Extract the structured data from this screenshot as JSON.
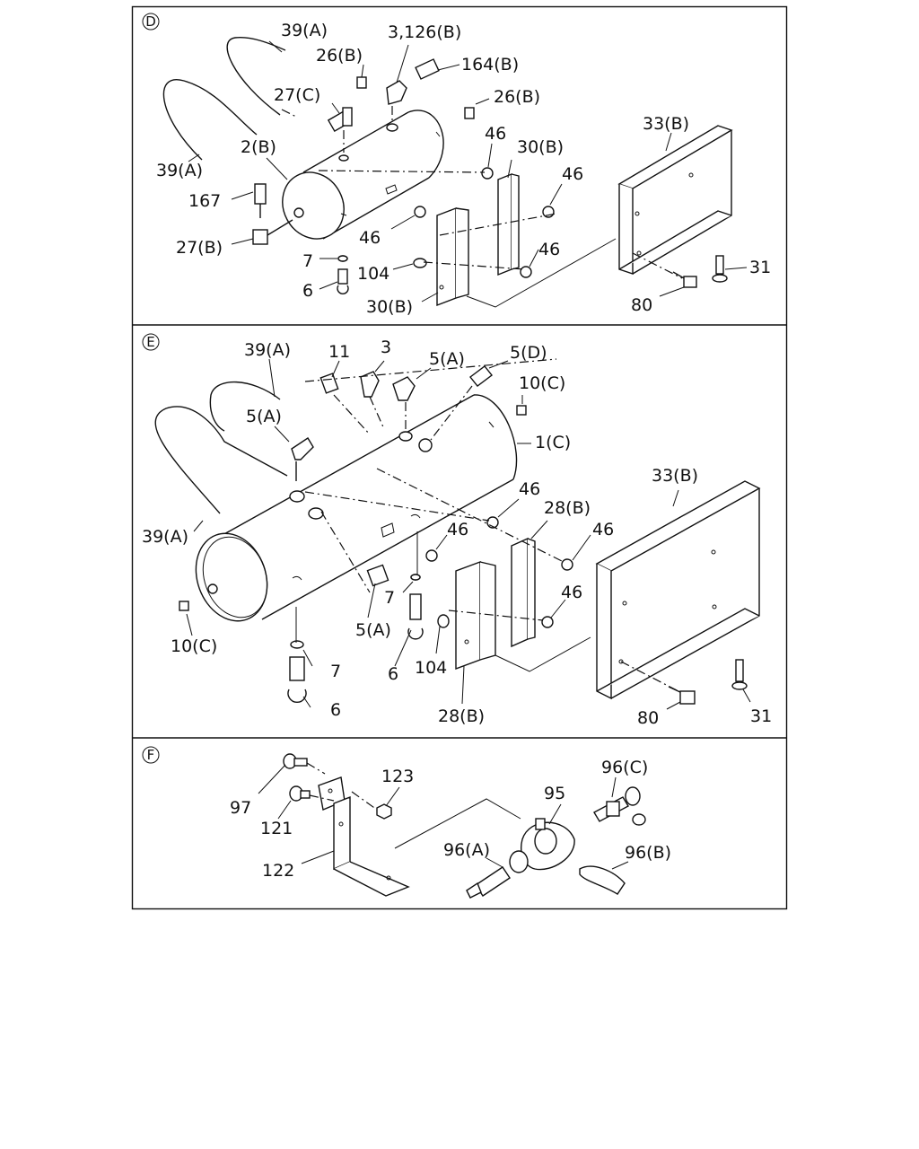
{
  "sections": [
    {
      "id": "D",
      "labels": [
        "39(A)",
        "26(B)",
        "3,126(B)",
        "164(B)",
        "26(B)",
        "27(C)",
        "46",
        "30(B)",
        "33(B)",
        "2(B)",
        "39(A)",
        "46",
        "167",
        "27(B)",
        "46",
        "46",
        "7",
        "104",
        "6",
        "30(B)",
        "31",
        "80"
      ]
    },
    {
      "id": "E",
      "labels": [
        "39(A)",
        "11",
        "3",
        "5(A)",
        "5(D)",
        "10(C)",
        "5(A)",
        "1(C)",
        "33(B)",
        "46",
        "28(B)",
        "39(A)",
        "46",
        "46",
        "7",
        "46",
        "5(A)",
        "10(C)",
        "6",
        "104",
        "7",
        "80",
        "31",
        "6",
        "28(B)"
      ]
    },
    {
      "id": "F",
      "labels": [
        "123",
        "96(C)",
        "97",
        "95",
        "121",
        "96(A)",
        "96(B)",
        "122"
      ]
    }
  ]
}
